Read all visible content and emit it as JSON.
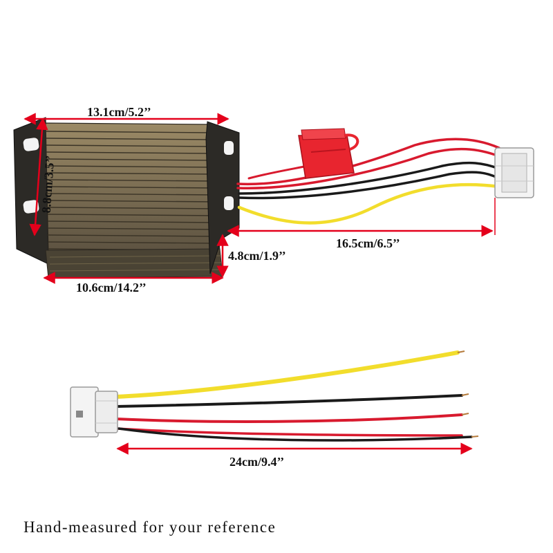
{
  "dimensions": {
    "top_length": "13.1cm/5.2’’",
    "side_height": "8.8cm/3.5’’",
    "depth": "4.8cm/1.9’’",
    "bottom_length": "10.6cm/14.2’’",
    "lead_length": "16.5cm/6.5’’",
    "cable_length": "24cm/9.4’’"
  },
  "caption": "Hand-measured for your reference",
  "colors": {
    "arrow": "#e4001b",
    "housing": "#3b372c",
    "fin": "#8b7a5b",
    "wire_red": "#d81a2e",
    "wire_black": "#1a1a1a",
    "wire_yellow": "#f2dd2c",
    "fuse_holder": "#e8252f",
    "connector": "#f4f4f4"
  }
}
